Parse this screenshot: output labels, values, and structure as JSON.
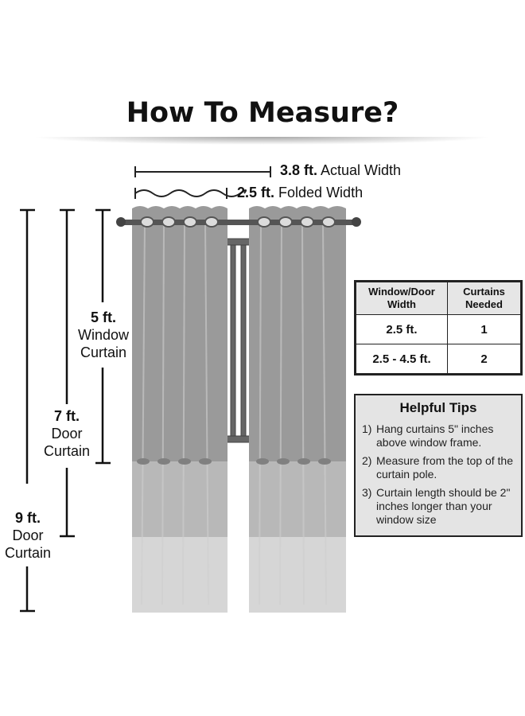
{
  "title": "How To Measure?",
  "widths": {
    "actual": {
      "value": "3.8 ft.",
      "label": "Actual Width"
    },
    "folded": {
      "value": "2.5 ft.",
      "label": "Folded Width"
    }
  },
  "lengths": [
    {
      "value": "5 ft.",
      "line1": "Window",
      "line2": "Curtain"
    },
    {
      "value": "7 ft.",
      "line1": "Door",
      "line2": "Curtain"
    },
    {
      "value": "9 ft.",
      "line1": "Door",
      "line2": "Curtain"
    }
  ],
  "table": {
    "headers": [
      "Window/Door Width",
      "Curtains Needed"
    ],
    "rows": [
      [
        "2.5 ft.",
        "1"
      ],
      [
        "2.5 - 4.5 ft.",
        "2"
      ]
    ]
  },
  "tips": {
    "title": "Helpful Tips",
    "items": [
      {
        "num": "1)",
        "text": "Hang curtains 5\" inches above window frame."
      },
      {
        "num": "2)",
        "text": "Measure from the top of the curtain pole."
      },
      {
        "num": "3)",
        "text": "Curtain length should be 2\" inches longer than your window size"
      }
    ]
  },
  "colors": {
    "curtain_top": "#9a9a9a",
    "curtain_mid": "#b8b8b8",
    "curtain_bottom": "#d6d6d6",
    "rod": "#555555"
  }
}
